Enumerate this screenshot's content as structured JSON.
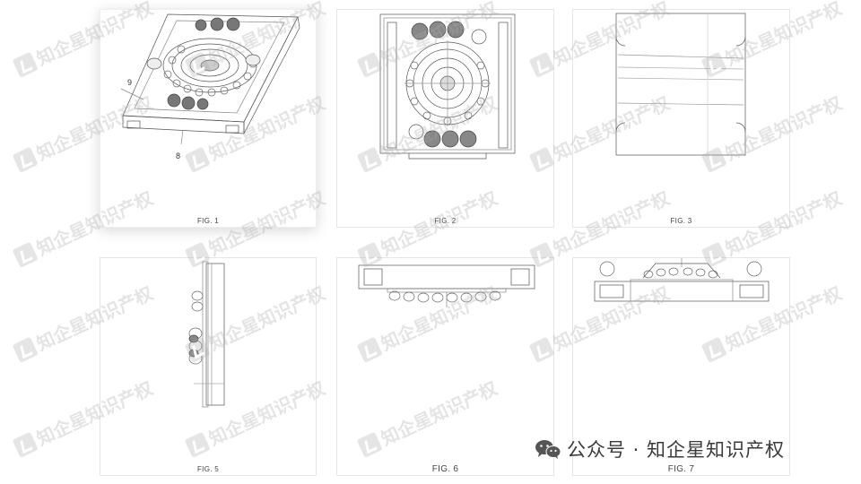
{
  "figures": {
    "fig1": {
      "caption": "FIG. 1",
      "refs": [
        "9",
        "8"
      ]
    },
    "fig2": {
      "caption": "FIG. 2"
    },
    "fig3": {
      "caption": "FIG. 3"
    },
    "fig5": {
      "caption": "FIG. 5"
    },
    "fig6": {
      "caption": "FIG. 6"
    },
    "fig7": {
      "caption": "FIG. 7"
    }
  },
  "watermark": {
    "text": "知企星知识产权"
  },
  "brand": {
    "text": "公众号 · 知企星知识产权",
    "icon": "wechat-icon"
  }
}
